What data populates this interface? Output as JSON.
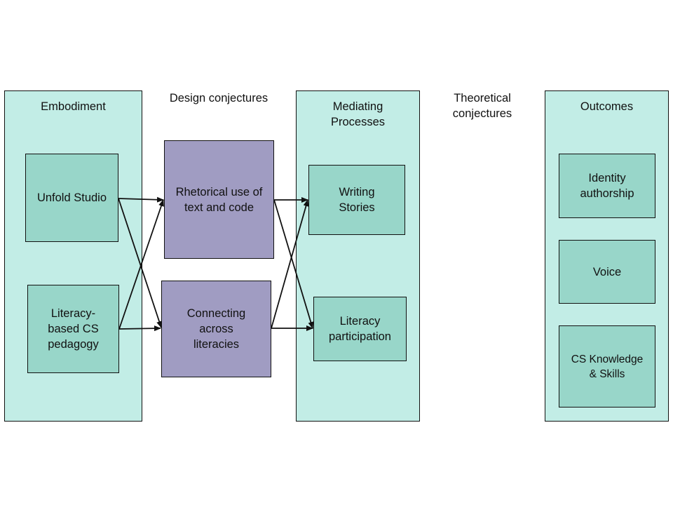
{
  "columns": {
    "embodiment": {
      "title": "Embodiment"
    },
    "mediating": {
      "title": "Mediating\nProcesses"
    },
    "outcomes": {
      "title": "Outcomes"
    }
  },
  "labels": {
    "design_conjectures": "Design conjectures",
    "theoretical_conjectures": "Theoretical\nconjectures"
  },
  "embodiment_items": {
    "unfold_studio": "Unfold Studio",
    "literacy_pedagogy": "Literacy-\nbased CS\npedagogy"
  },
  "design_items": {
    "rhetorical": "Rhetorical use of\ntext and code",
    "connecting": "Connecting\nacross\nliteracies"
  },
  "mediating_items": {
    "writing_stories": "Writing\nStories",
    "literacy_participation": "Literacy\nparticipation"
  },
  "outcome_items": {
    "identity": "Identity\nauthorship",
    "voice": "Voice",
    "cs_knowledge": "CS Knowledge\n& Skills"
  },
  "colors": {
    "column_fill": "#c2ede6",
    "box_fill": "#98d6c9",
    "design_box_fill": "#a09cc2",
    "stroke": "#111111"
  }
}
